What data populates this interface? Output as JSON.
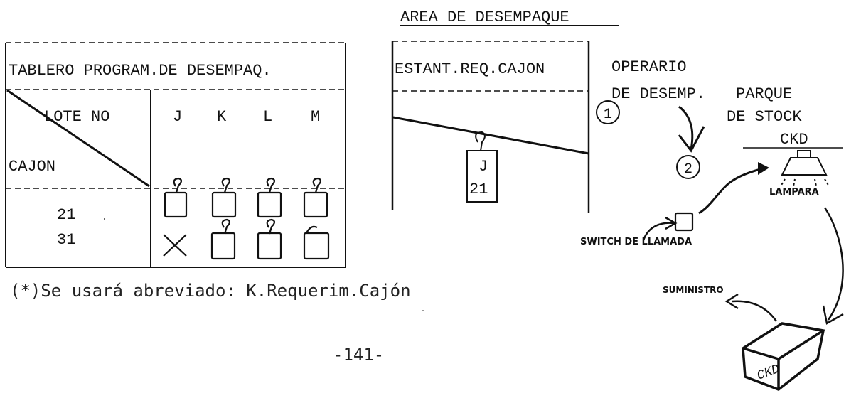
{
  "title": "AREA DE DESEMPAQUE",
  "board": {
    "title": "TABLERO PROGRAM.DE DESEMPAQ.",
    "lot_label": "LOTE NO",
    "box_label": "CAJON",
    "columns": [
      "J",
      "K",
      "L",
      "M"
    ],
    "rows": [
      "21",
      "31"
    ]
  },
  "shelf": {
    "title": "ESTANT.REQ.CAJON",
    "card_letter": "J",
    "card_number": "21"
  },
  "operator": {
    "line1": "OPERARIO",
    "line2": "DE DESEMP.",
    "step1": "1",
    "step2": "2"
  },
  "stock_park": {
    "line1": "PARQUE",
    "line2": "DE STOCK",
    "line3": "CKD"
  },
  "lamp_label": "LAMPARA",
  "switch_label": "SWITCH DE LLAMADA",
  "supply_label": "SUMINISTRO",
  "crate_label": "CKD",
  "footnote": "(*)Se usará abreviado: K.Requerim.Cajón",
  "page_number": "-141-"
}
